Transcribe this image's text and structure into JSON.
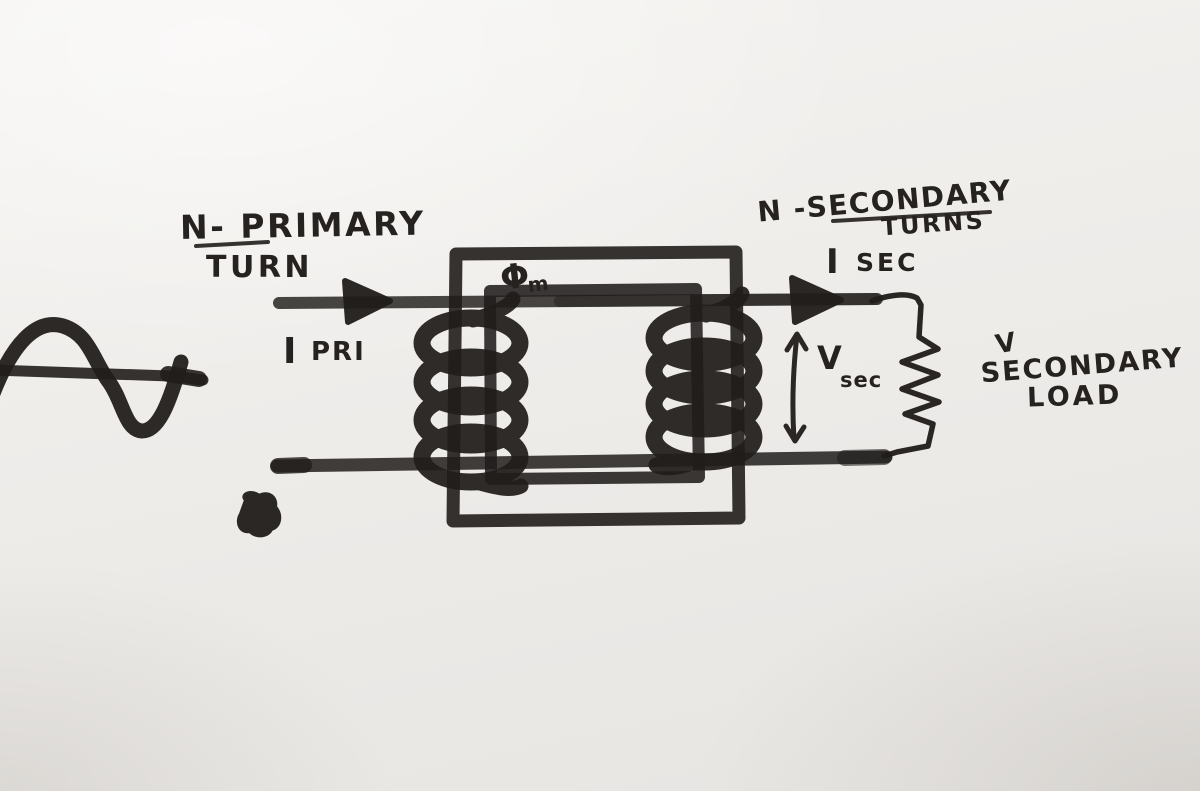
{
  "title": "Hand-drawn transformer circuit diagram",
  "colors": {
    "ink": "#201d1b",
    "paper": "#edebe8"
  },
  "icons": {
    "ac_source": "sine-wave-icon",
    "i_pri_arrow": "filled-right-arrowhead",
    "i_sec_arrow": "filled-right-arrowhead",
    "v_sec_arrow": "double-headed-vertical-arrow",
    "load": "resistor-zigzag",
    "core": "double-rectangle-core",
    "windings": "coil-loops"
  },
  "labels": {
    "primary_turns": {
      "line1": "N- PRIMARY",
      "line2": "TURN"
    },
    "secondary_turns": {
      "line1": "N -SECONDARY",
      "line2": "TURNS"
    },
    "i_pri": {
      "symbol": "I",
      "sub": "PRI"
    },
    "i_sec": {
      "symbol": "I",
      "sub": "SEC"
    },
    "flux": {
      "symbol": "Φ",
      "sub": "m"
    },
    "v_sec": {
      "symbol": "V",
      "sub": "sec"
    },
    "load": {
      "prefix": "V",
      "line1": "SECONDARY",
      "line2": "LOAD"
    }
  }
}
